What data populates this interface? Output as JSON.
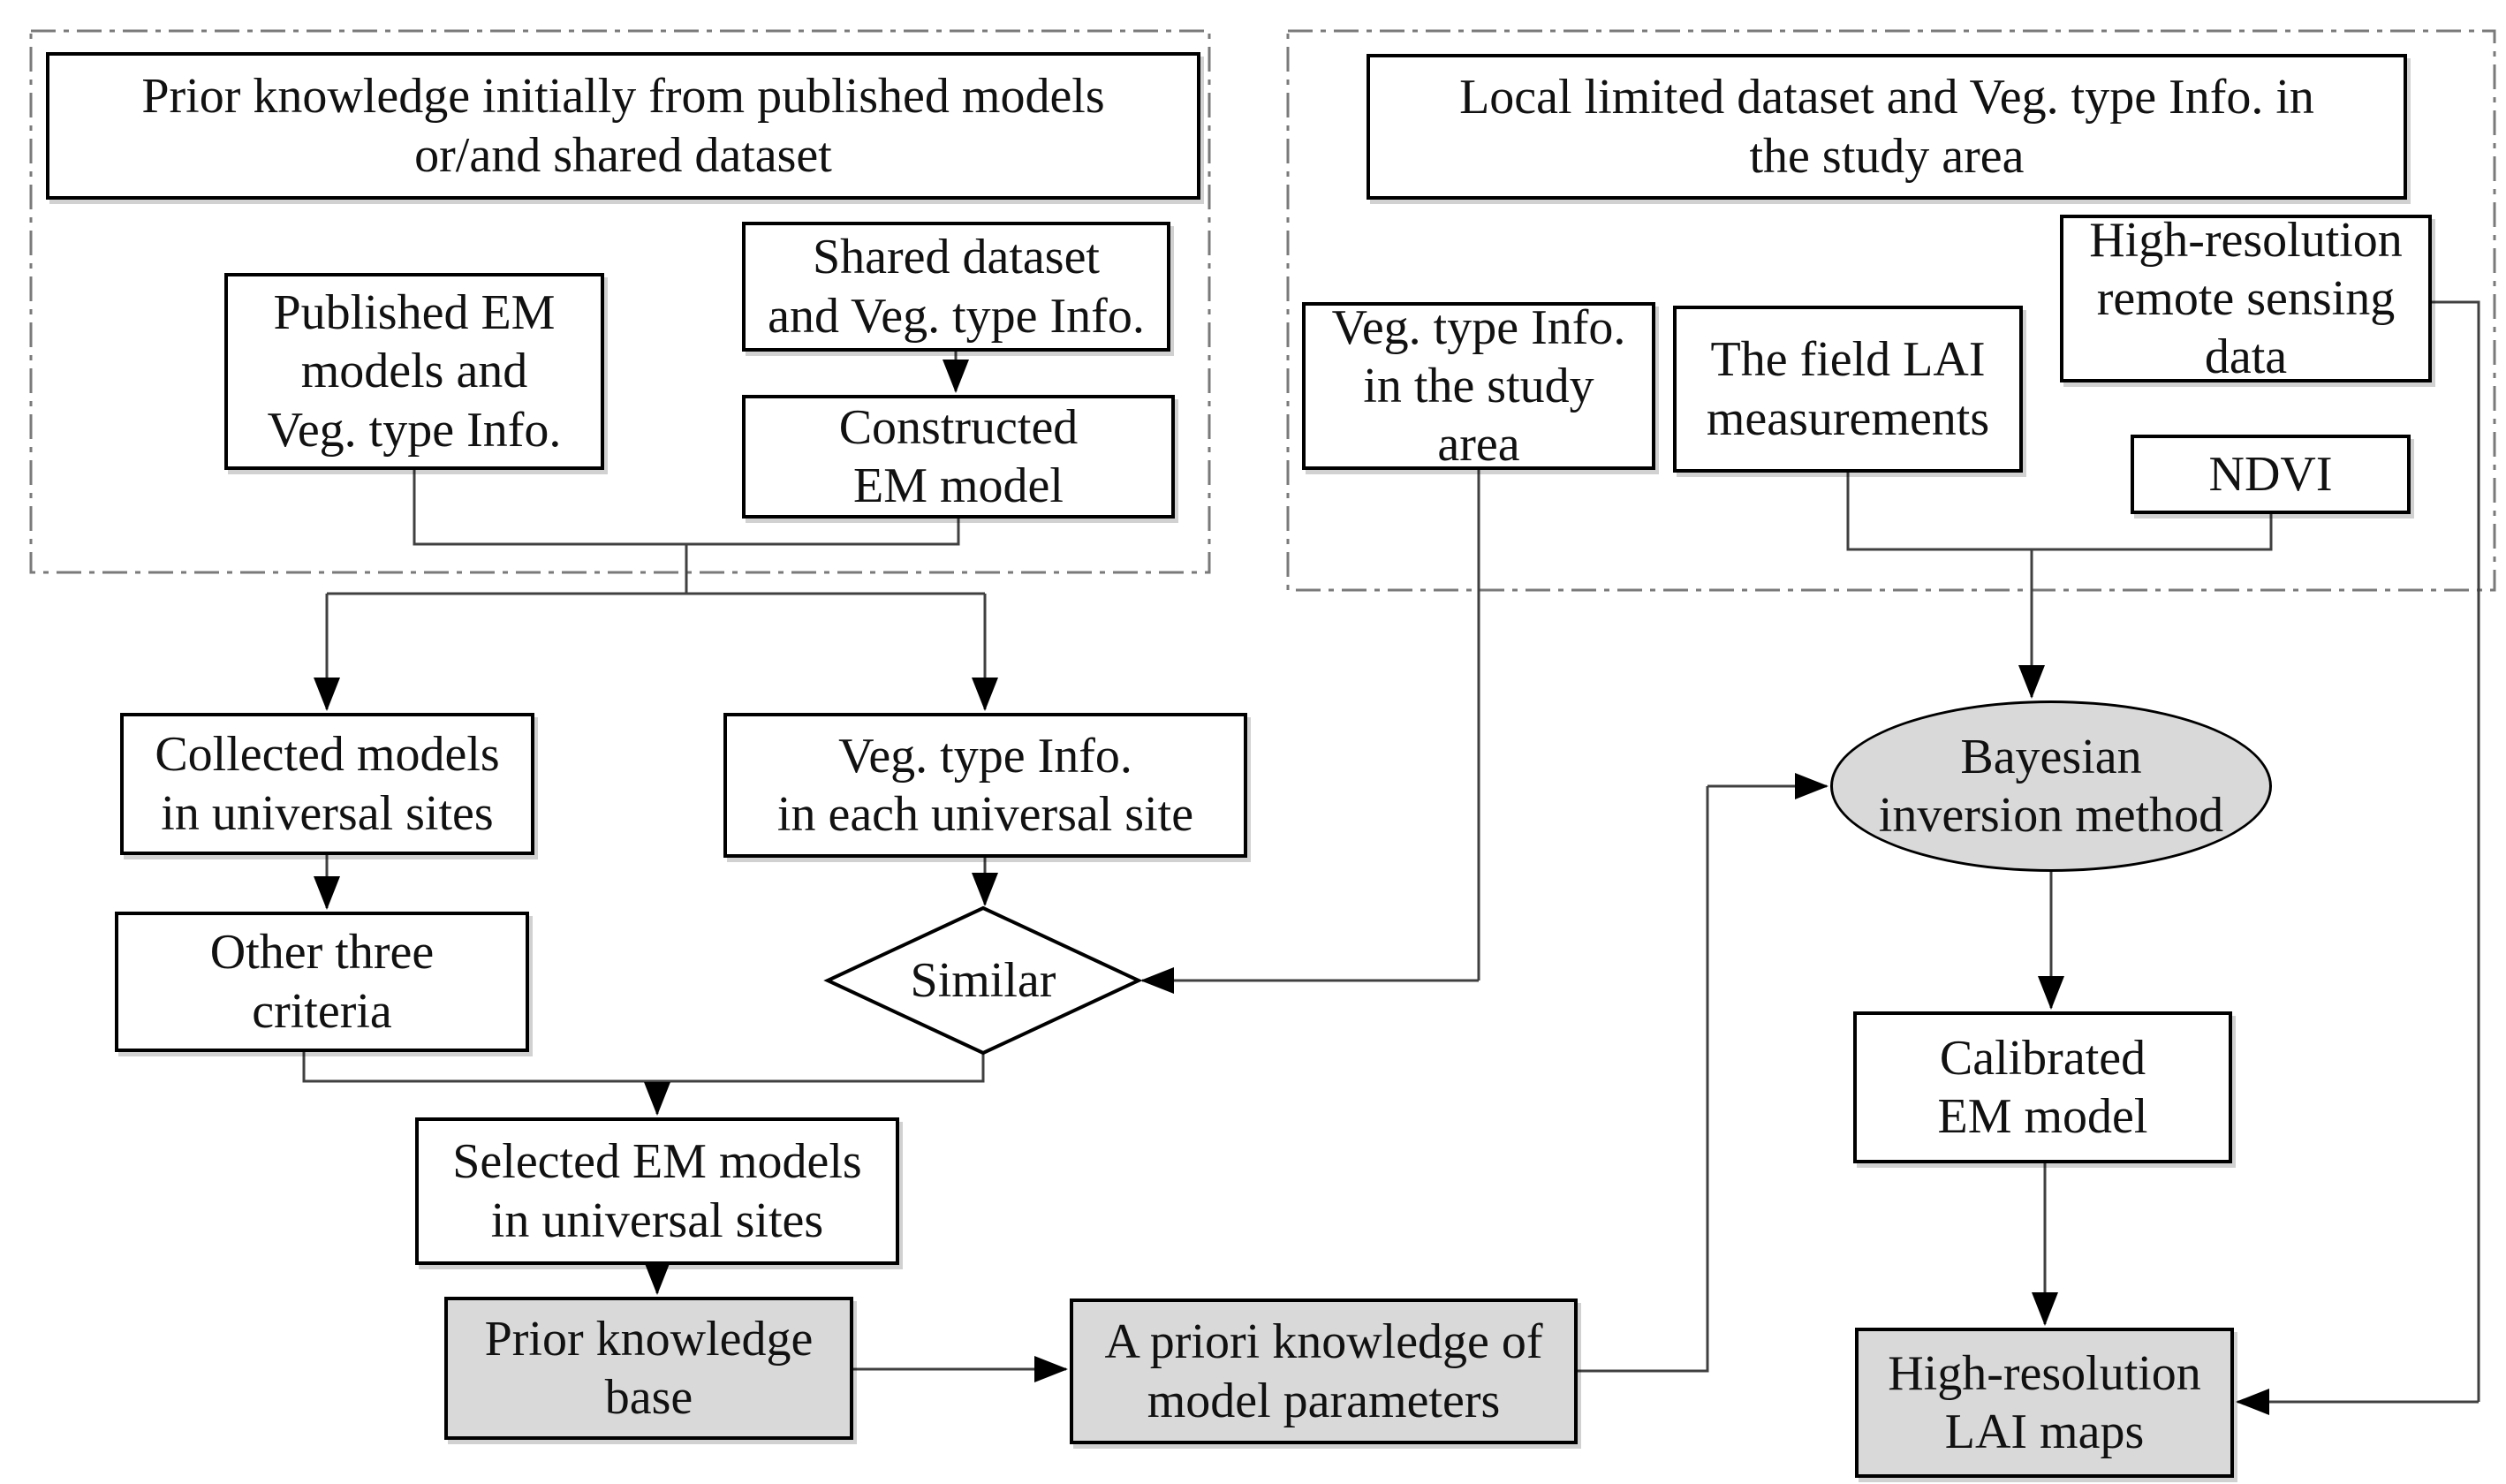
{
  "diagram": {
    "type": "flowchart",
    "colors": {
      "background": "#ffffff",
      "node_fill": "#ffffff",
      "highlight_fill": "#d9d9d9",
      "node_border": "#000000",
      "connector": "#404040",
      "dashed_container_border": "#7a7a7a",
      "text": "#111111"
    },
    "nodes": {
      "left_group_title": {
        "label": "Prior knowledge initially from published models\nor/and shared dataset"
      },
      "published": {
        "label": "Published EM\nmodels and\nVeg. type Info."
      },
      "shared": {
        "label": "Shared dataset\nand Veg. type Info."
      },
      "constructed": {
        "label": "Constructed\nEM model"
      },
      "right_group_title": {
        "label": "Local limited dataset and Veg. type Info. in\nthe study area"
      },
      "veg_study": {
        "label": "Veg. type Info.\nin the study\narea"
      },
      "field_lai": {
        "label": "The field LAI\nmeasurements"
      },
      "hires_data": {
        "label": "High-resolution\nremote sensing\ndata"
      },
      "ndvi": {
        "label": "NDVI"
      },
      "collected": {
        "label": "Collected models\nin universal sites"
      },
      "veg_universal": {
        "label": "Veg. type Info.\nin each universal site"
      },
      "criteria": {
        "label": "Other three\ncriteria"
      },
      "similar": {
        "label": "Similar"
      },
      "selected": {
        "label": "Selected EM models\nin universal sites"
      },
      "prior_kb": {
        "label": "Prior knowledge\nbase"
      },
      "apriori": {
        "label": "A priori knowledge of\nmodel parameters"
      },
      "bayesian": {
        "label": "Bayesian\ninversion method"
      },
      "calibrated": {
        "label": "Calibrated\nEM model"
      },
      "lai_maps": {
        "label": "High-resolution\nLAI maps"
      }
    }
  }
}
